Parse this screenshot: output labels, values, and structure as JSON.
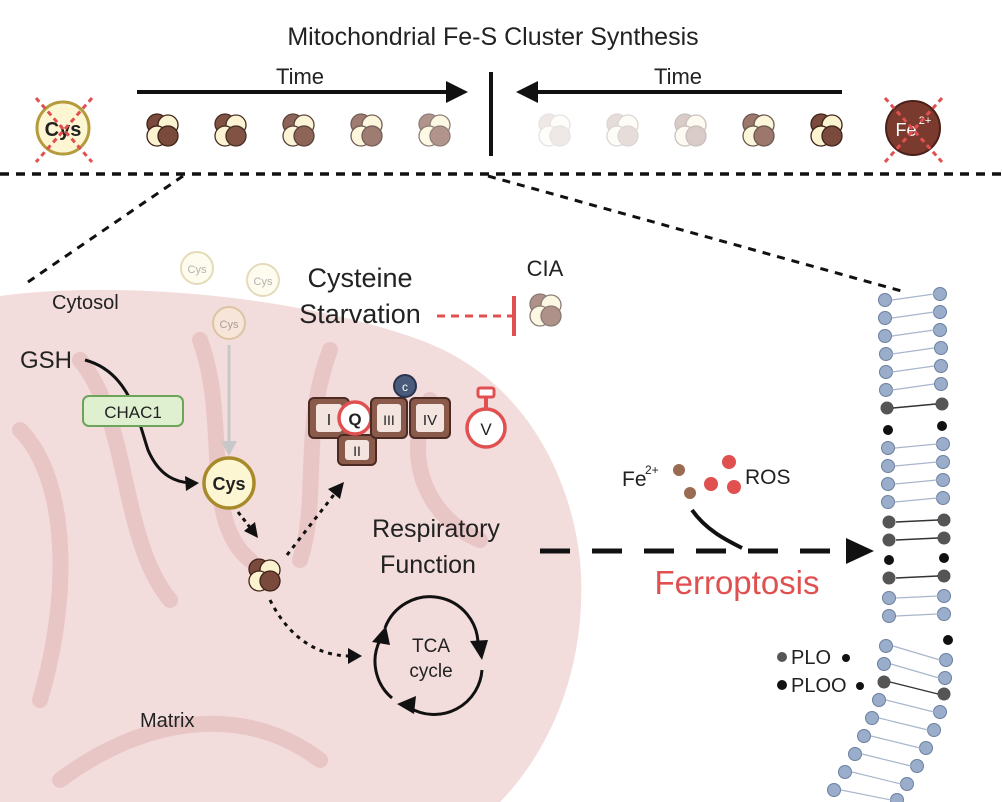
{
  "header": {
    "title": "Mitochondrial Fe-S Cluster Synthesis",
    "time_left": "Time",
    "time_right": "Time",
    "cys_blocked": "Cys",
    "fe_blocked": "Fe",
    "fe_blocked_charge": "2+"
  },
  "regions": {
    "cytosol": "Cytosol",
    "matrix": "Matrix"
  },
  "cytosol_cys": [
    "Cys",
    "Cys",
    "Cys"
  ],
  "starvation": {
    "line1": "Cysteine",
    "line2": "Starvation",
    "target": "CIA"
  },
  "pathway": {
    "gsh": "GSH",
    "chac1": "CHAC1",
    "cys": "Cys",
    "respiratory_line1": "Respiratory",
    "respiratory_line2": "Function",
    "tca_line1": "TCA",
    "tca_line2": "cycle"
  },
  "etc": {
    "complex_1": "I",
    "quinone": "Q",
    "complex_2": "II",
    "complex_3": "III",
    "complex_4": "IV",
    "complex_5": "V",
    "cytochrome_c": "c"
  },
  "ferroptosis": {
    "label": "Ferroptosis",
    "fe": "Fe",
    "fe_charge": "2+",
    "ros": "ROS",
    "plo": "PLO",
    "ploo": "PLOO"
  },
  "colors": {
    "ferroptosis_red": "#e05050",
    "mito_pink": "#f3dcdc",
    "cluster_dark": "#7a4a3c",
    "cluster_light": "#fbf3cf",
    "lipid_head": "#9aaecb",
    "chac1_green": "#dff0d0"
  }
}
